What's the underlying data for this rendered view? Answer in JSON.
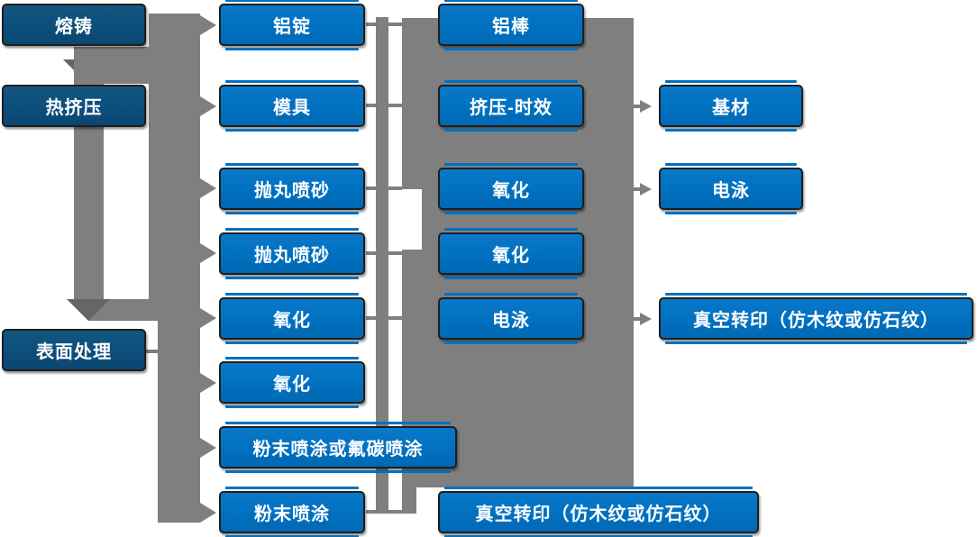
{
  "diagram": {
    "type": "flowchart",
    "title": "aluminum-profile-production-process",
    "colors": {
      "stage_box_dark_blue": "#0d4e7c",
      "process_box_blue": "#0070c0",
      "connector_gray": "#7f7f7f",
      "arrowhead_dark_gray": "#666666",
      "text": "#ffffff",
      "background": "#ffffff"
    }
  },
  "nodes": {
    "melt_cast": "熔铸",
    "hot_extrusion": "热挤压",
    "surface_treatment": "表面处理",
    "al_ingot": "铝锭",
    "mold": "模具",
    "shot_blast_1": "抛丸喷砂",
    "shot_blast_2": "抛丸喷砂",
    "oxidation_col2_1": "氧化",
    "oxidation_col2_2": "氧化",
    "powder_or_fluorocarbon": "粉末喷涂或氟碳喷涂",
    "powder_coating": "粉末喷涂",
    "al_rod": "铝棒",
    "extrusion_aging": "挤压-时效",
    "oxidation_col3_1": "氧化",
    "oxidation_col3_2": "氧化",
    "electrophoresis_col3": "电泳",
    "vacuum_transfer_col3": "真空转印（仿木纹或仿石纹）",
    "base_material": "基材",
    "electrophoresis_col4": "电泳",
    "vacuum_transfer_col4": "真空转印（仿木纹或仿石纹）"
  }
}
